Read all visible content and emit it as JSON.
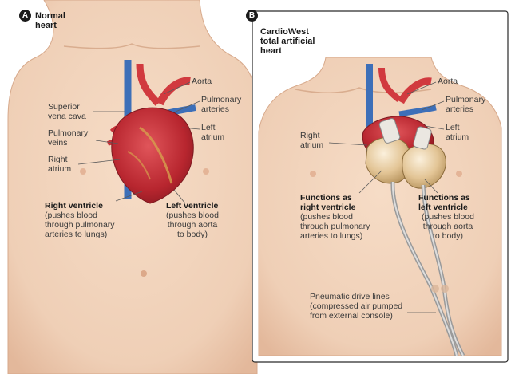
{
  "panel_a": {
    "badge": "A",
    "title": "Normal\nheart",
    "labels": {
      "aorta": "Aorta",
      "pulmonary_arteries": "Pulmonary\narteries",
      "left_atrium": "Left\natrium",
      "superior_vena_cava": "Superior\nvena cava",
      "pulmonary_veins": "Pulmonary\nveins",
      "right_atrium": "Right\natrium",
      "right_ventricle_title": "Right ventricle",
      "right_ventricle_desc": "(pushes blood\nthrough pulmonary\narteries to lungs)",
      "left_ventricle_title": "Left ventricle",
      "left_ventricle_desc": "(pushes blood\nthrough aorta\nto body)"
    }
  },
  "panel_b": {
    "badge": "B",
    "title": "CardioWest\ntotal artificial\nheart",
    "labels": {
      "aorta": "Aorta",
      "pulmonary_arteries": "Pulmonary\narteries",
      "left_atrium": "Left\natrium",
      "right_atrium": "Right\natrium",
      "functions_right_title": "Functions as\nright ventricle",
      "functions_right_desc": "(pushes blood\nthrough pulmonary\narteries to lungs)",
      "functions_left_title": "Functions as\nleft ventricle",
      "functions_left_desc": "(pushes blood\nthrough aorta\nto body)",
      "drive_lines": "Pneumatic drive lines\n(compressed air pumped\nfrom external console)"
    }
  },
  "colors": {
    "skin": "#f2d3bb",
    "skin_shadow": "#e2b699",
    "heart_red": "#c8323a",
    "vessel_blue": "#3d6fb8",
    "device_tan": "#e6cba0",
    "frame": "#2a2a2a"
  }
}
